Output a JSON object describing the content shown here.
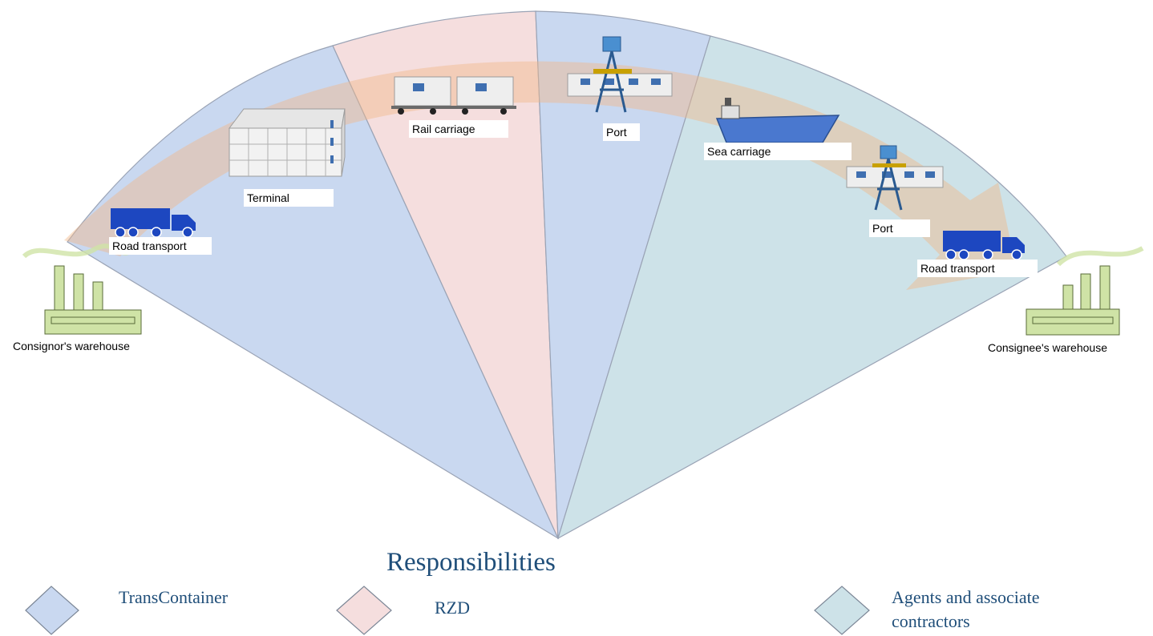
{
  "colors": {
    "transcontainer": "#c9d8f0",
    "rzd": "#f5dede",
    "agents": "#cde2e8",
    "flow_arrow": "#f2b88a",
    "truck": "#1d47c0",
    "ship": "#4a78cf",
    "factory": "#cfe3a6",
    "legend_text": "#1f4e79"
  },
  "nodes": {
    "road_transport_1": "Road transport",
    "terminal": "Terminal",
    "rail_carriage": "Rail carriage",
    "port_1": "Port",
    "sea_carriage": "Sea carriage",
    "port_2": "Port",
    "road_transport_2": "Road transport"
  },
  "warehouses": {
    "consignor": "Consignor's warehouse",
    "consignee": "Consignee's warehouse"
  },
  "legend": {
    "title": "Responsibilities",
    "items": [
      {
        "label": "TransContainer",
        "color": "#c9d8f0"
      },
      {
        "label": "RZD",
        "color": "#f5dede"
      },
      {
        "label": "Agents and associate contractors",
        "color": "#cde2e8"
      }
    ]
  }
}
